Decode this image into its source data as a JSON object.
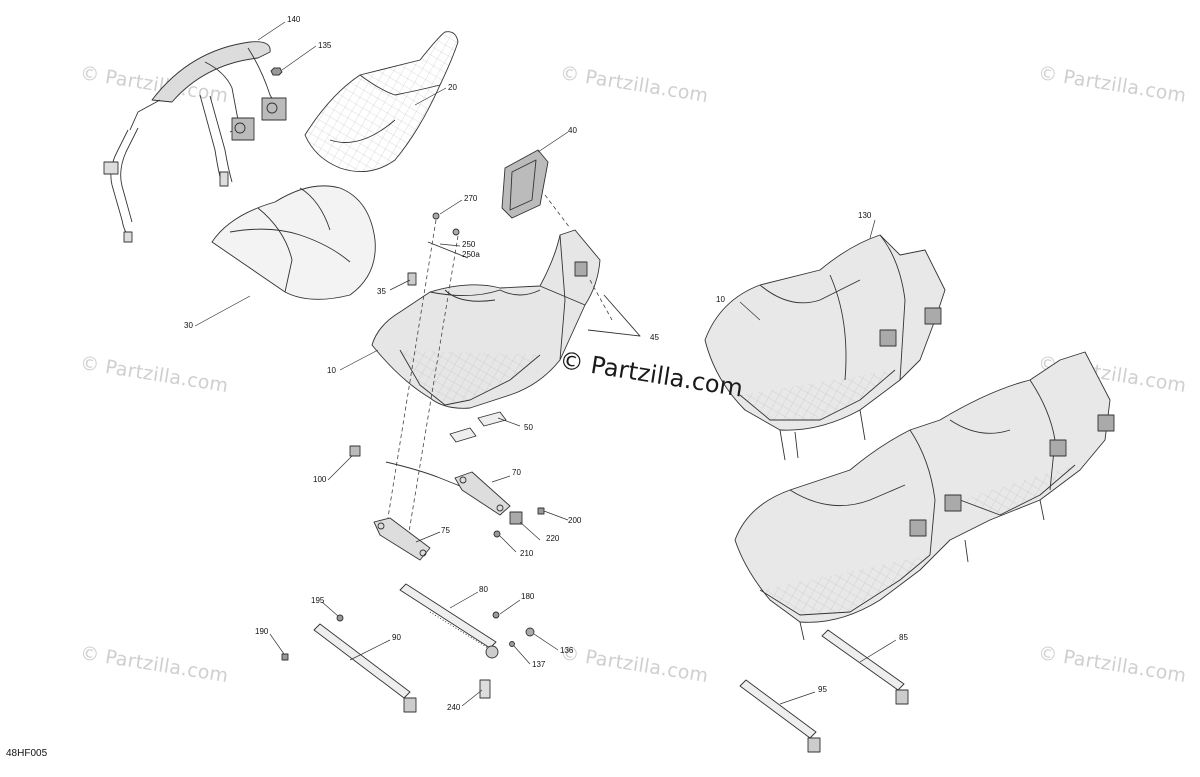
{
  "diagram": {
    "code": "48HF005",
    "watermark_main": "© Partzilla.com",
    "watermark_faint": "© Partzilla.com",
    "callouts": {
      "c140": "140",
      "c135": "135",
      "c20": "20",
      "c40": "40",
      "c270": "270",
      "c250": "250",
      "c250a": "250a",
      "c35": "35",
      "c30": "30",
      "c10a": "10",
      "c45": "45",
      "c10b": "10",
      "c130": "130",
      "c50": "50",
      "c100": "100",
      "c70": "70",
      "c200": "200",
      "c75": "75",
      "c220": "220",
      "c210": "210",
      "c80": "80",
      "c180": "180",
      "c195": "195",
      "c190": "190",
      "c90": "90",
      "c136": "136",
      "c137": "137",
      "c240": "240",
      "c85": "85",
      "c95": "95"
    }
  }
}
